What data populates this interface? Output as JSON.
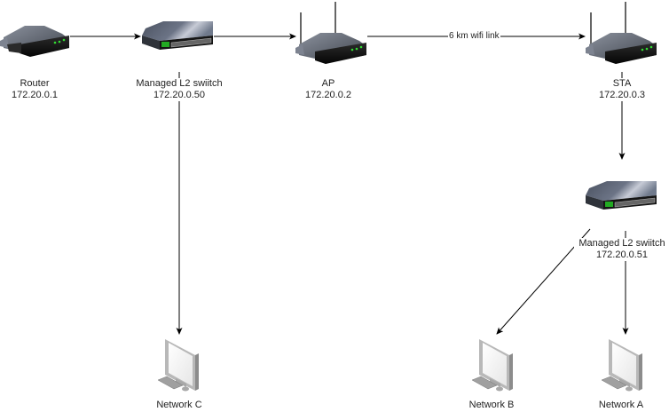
{
  "diagram": {
    "nodes": [
      {
        "id": "router",
        "type": "router",
        "name": "Router",
        "ip": "172.20.0.1"
      },
      {
        "id": "switch1",
        "type": "switch",
        "name": "Managed L2 swiitch",
        "ip": "172.20.0.50"
      },
      {
        "id": "ap",
        "type": "wireless-router",
        "name": "AP",
        "ip": "172.20.0.2"
      },
      {
        "id": "sta",
        "type": "wireless-router",
        "name": "STA",
        "ip": "172.20.0.3"
      },
      {
        "id": "switch2",
        "type": "switch",
        "name": "Managed L2 swiitch",
        "ip": "172.20.0.51"
      },
      {
        "id": "netC",
        "type": "workstation",
        "name": "Network C"
      },
      {
        "id": "netB",
        "type": "workstation",
        "name": "Network B"
      },
      {
        "id": "netA",
        "type": "workstation",
        "name": "Network A"
      }
    ],
    "edges": [
      {
        "from": "router",
        "to": "switch1",
        "label": ""
      },
      {
        "from": "switch1",
        "to": "ap",
        "label": ""
      },
      {
        "from": "ap",
        "to": "sta",
        "label": "6 km wifi link"
      },
      {
        "from": "switch1",
        "to": "netC",
        "label": ""
      },
      {
        "from": "sta",
        "to": "switch2",
        "label": ""
      },
      {
        "from": "switch2",
        "to": "netB",
        "label": ""
      },
      {
        "from": "switch2",
        "to": "netA",
        "label": ""
      }
    ]
  },
  "colors": {
    "line": "#000000",
    "led": "#33dd33",
    "device_dark": "#1a1a1a",
    "device_top": "#5a6270",
    "monitor_frame": "#b8b8b8"
  }
}
